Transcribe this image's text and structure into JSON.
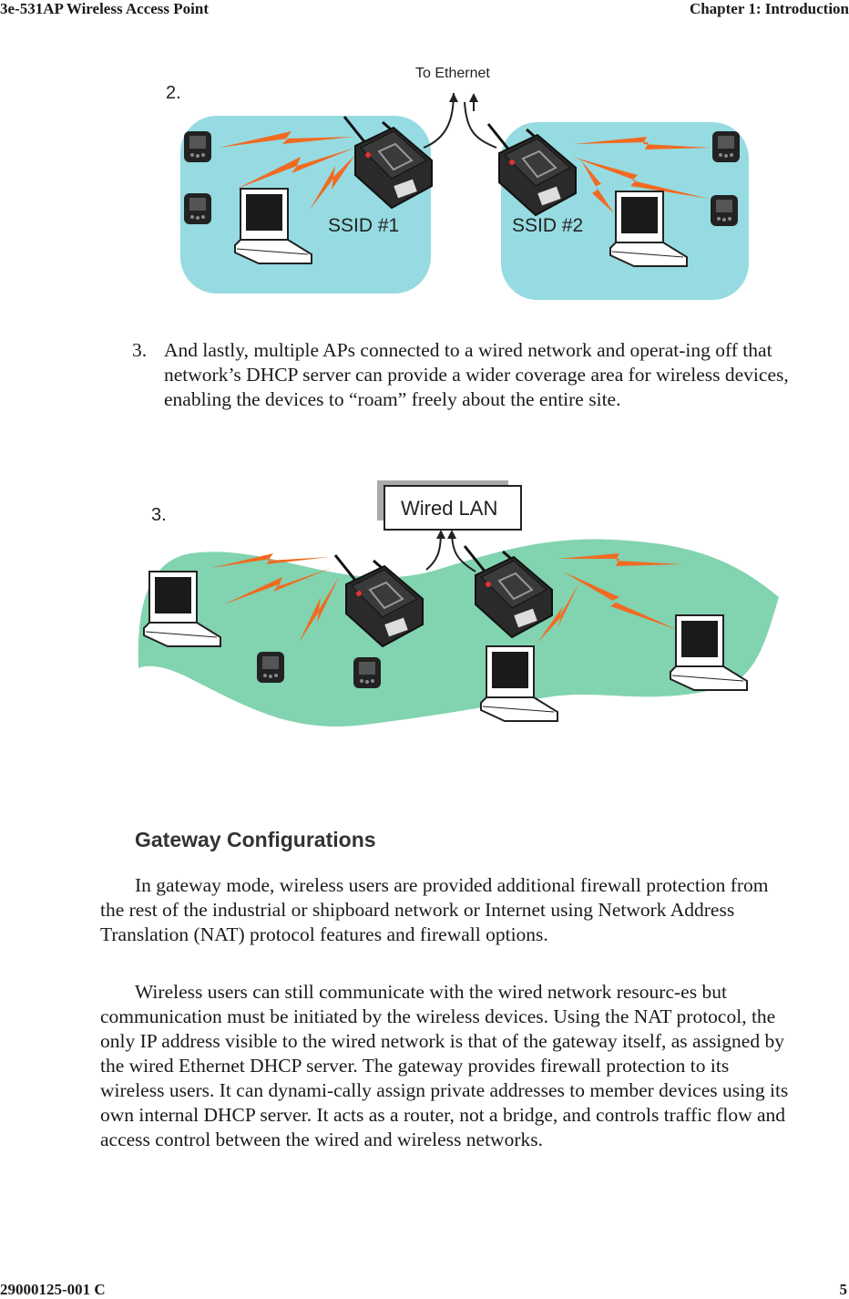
{
  "header": {
    "left": "3e-531AP Wireless Access Point",
    "right": "Chapter 1: Introduction"
  },
  "footer": {
    "left": "29000125-001 C",
    "right": "5"
  },
  "figure2": {
    "number": "2.",
    "ethernet_label": "To Ethernet",
    "ssid1": "SSID #1",
    "ssid2": "SSID #2"
  },
  "list": {
    "number": "3.",
    "text": "And lastly, multiple APs connected to a wired network and operat-ing off that network’s DHCP server can provide a wider coverage area for wireless devices, enabling the devices to “roam” freely about the entire site."
  },
  "figure3": {
    "number": "3.",
    "wired_label": "Wired LAN"
  },
  "section": {
    "heading": "Gateway Configurations",
    "paragraphs": [
      "In gateway mode, wireless users are provided additional firewall protection from the rest of the industrial or shipboard network or Internet using Network Address Translation (NAT) protocol features and firewall options.",
      "Wireless users can still communicate with the wired network resourc-es but communication must be initiated by the wireless devices. Using the NAT protocol, the only IP address visible to the wired network is that of the gateway itself, as assigned by the wired Ethernet DHCP server. The gateway provides firewall protection to its wireless users. It can dynami-cally assign private addresses to member devices using its own internal DHCP server. It acts as a router, not a bridge, and controls traffic flow and access control between the wired and wireless networks."
    ]
  },
  "colors": {
    "ssid_area": "#96dbe1",
    "roam_area": "#82d3b0",
    "signal": "#f16a22"
  }
}
